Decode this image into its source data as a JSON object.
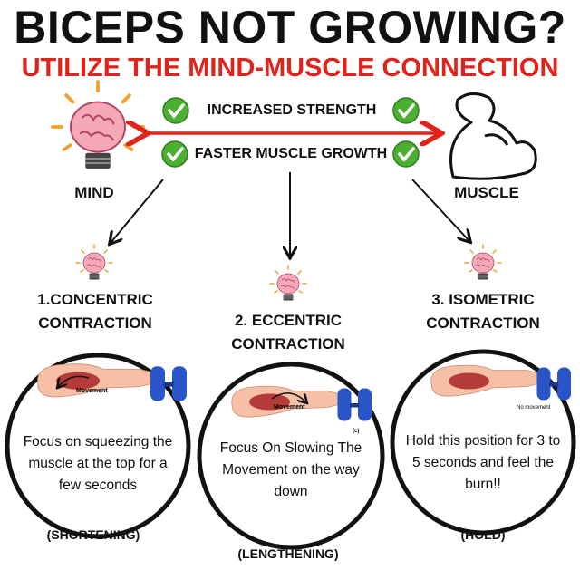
{
  "title": "BICEPS NOT GROWING?",
  "subtitle": "UTILIZE THE MIND-MUSCLE CONNECTION",
  "mind_label": "MIND",
  "muscle_label": "MUSCLE",
  "benefits": [
    "INCREASED STRENGTH",
    "FASTER MUSCLE GROWTH"
  ],
  "colors": {
    "accent_red": "#e2231a",
    "check_green": "#4caf32",
    "dumbbell_blue": "#2a55c8"
  },
  "contractions": [
    {
      "heading_1": "1.CONCENTRIC",
      "heading_2": "CONTRACTION",
      "image_label": "Movement",
      "text": "Focus on squeezing the muscle at the top for a few seconds",
      "sub": "(SHORTENING)"
    },
    {
      "heading_1": "2. ECCENTRIC",
      "heading_2": "CONTRACTION",
      "image_label": "Movement",
      "image_tag": "(c)",
      "text": "Focus On Slowing The Movement on the way down",
      "sub": "(LENGTHENING)"
    },
    {
      "heading_1": "3. ISOMETRIC",
      "heading_2": "CONTRACTION",
      "image_label": "No movement",
      "text": "Hold this position for 3 to 5 seconds and feel the burn!!",
      "sub": "(HOLD)"
    }
  ]
}
